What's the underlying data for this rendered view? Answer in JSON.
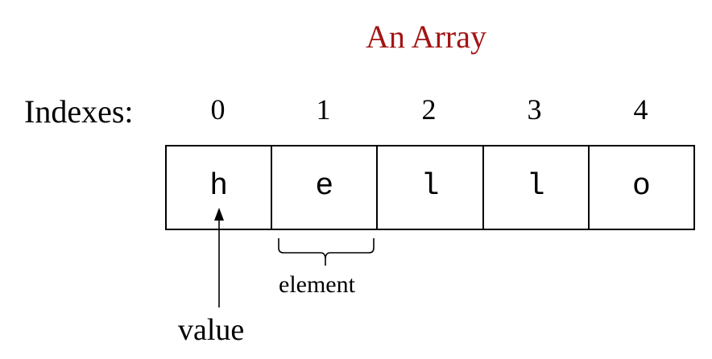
{
  "title": "An Array",
  "indexes_label": "Indexes:",
  "array": {
    "indexes": [
      "0",
      "1",
      "2",
      "3",
      "4"
    ],
    "values": [
      "h",
      "e",
      "l",
      "l",
      "o"
    ]
  },
  "annotations": {
    "element_label": "element",
    "value_label": "value"
  },
  "colors": {
    "title": "#a31515",
    "text": "#000000",
    "border": "#000000"
  }
}
